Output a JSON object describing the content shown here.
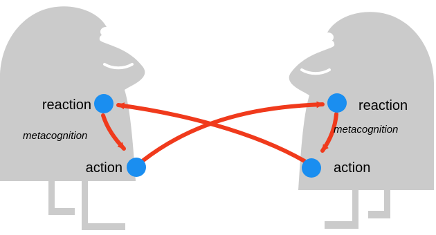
{
  "colors": {
    "figure": "#cbcbcb",
    "node": "#1a8ef0",
    "arrow": "#f03a1c",
    "text": "#000000",
    "background": "#ffffff"
  },
  "left_person": {
    "reaction_label": "reaction",
    "metacognition_label": "metacognition",
    "action_label": "action"
  },
  "right_person": {
    "reaction_label": "reaction",
    "metacognition_label": "metacognition",
    "action_label": "action"
  }
}
